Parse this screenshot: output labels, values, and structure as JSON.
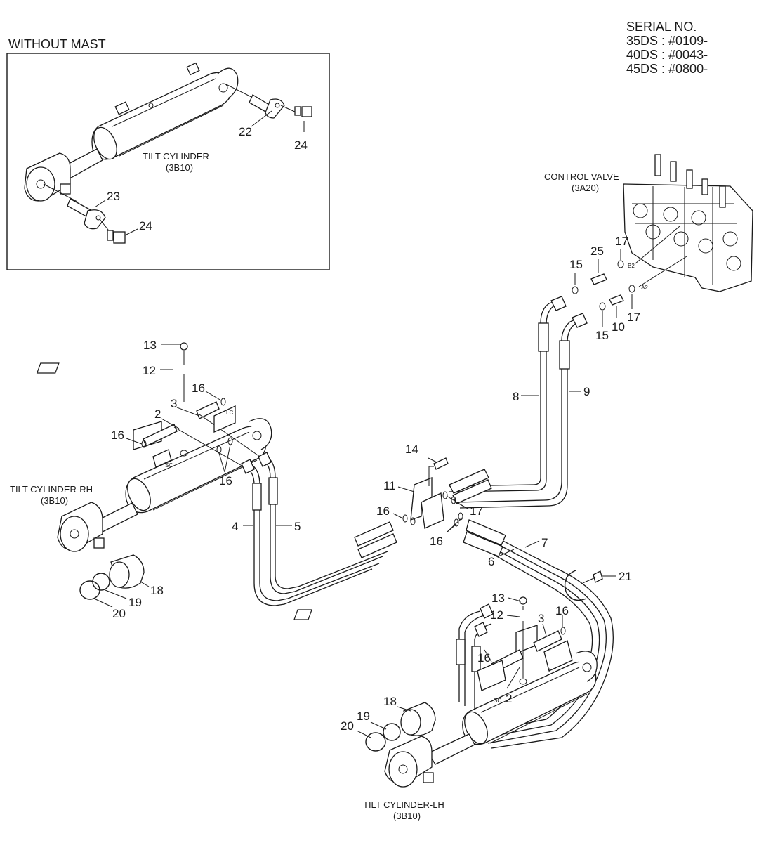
{
  "header": {
    "inset_title": "WITHOUT MAST",
    "serial_lines": [
      "SERIAL NO.",
      "35DS : #0109-",
      "40DS : #0043-",
      "45DS : #0800-"
    ]
  },
  "labels": {
    "tilt_cylinder": "TILT CYLINDER",
    "tilt_cylinder_code": "(3B10)",
    "control_valve": "CONTROL VALVE",
    "control_valve_code": "(3A20)",
    "tilt_cylinder_rh": "TILT CYLINDER-RH",
    "tilt_cylinder_rh_code": "(3B10)",
    "tilt_cylinder_lh": "TILT CYLINDER-LH",
    "tilt_cylinder_lh_code": "(3B10)"
  },
  "port_marks": {
    "b2": "B2",
    "a2": "A2",
    "lc_rh": "LC",
    "sc_rh": "SC",
    "lc_lh": "LC",
    "sc_lh": "SC"
  },
  "callouts": {
    "inset_22": "22",
    "inset_24_top": "24",
    "inset_23": "23",
    "inset_24_bottom": "24",
    "valve_17_top": "17",
    "valve_25": "25",
    "valve_15_top": "15",
    "valve_10": "10",
    "valve_15_bottom": "15",
    "valve_17_bottom": "17",
    "hose_8": "8",
    "hose_9": "9",
    "rh_13": "13",
    "rh_12": "12",
    "rh_16_top": "16",
    "rh_3": "3",
    "rh_2": "2",
    "rh_16_left": "16",
    "rh_16_bottom": "16",
    "hose_4": "4",
    "hose_5": "5",
    "rh_18": "18",
    "rh_19": "19",
    "rh_20": "20",
    "block_14": "14",
    "block_11": "11",
    "block_16_left": "16",
    "block_17": "17",
    "block_16_bottom": "16",
    "hose_7": "7",
    "hose_6": "6",
    "clamp_21": "21",
    "lh_13": "13",
    "lh_12": "12",
    "lh_3": "3",
    "lh_16_right": "16",
    "lh_16_left": "16",
    "lh_2": "2",
    "lh_18": "18",
    "lh_19": "19",
    "lh_20": "20"
  }
}
